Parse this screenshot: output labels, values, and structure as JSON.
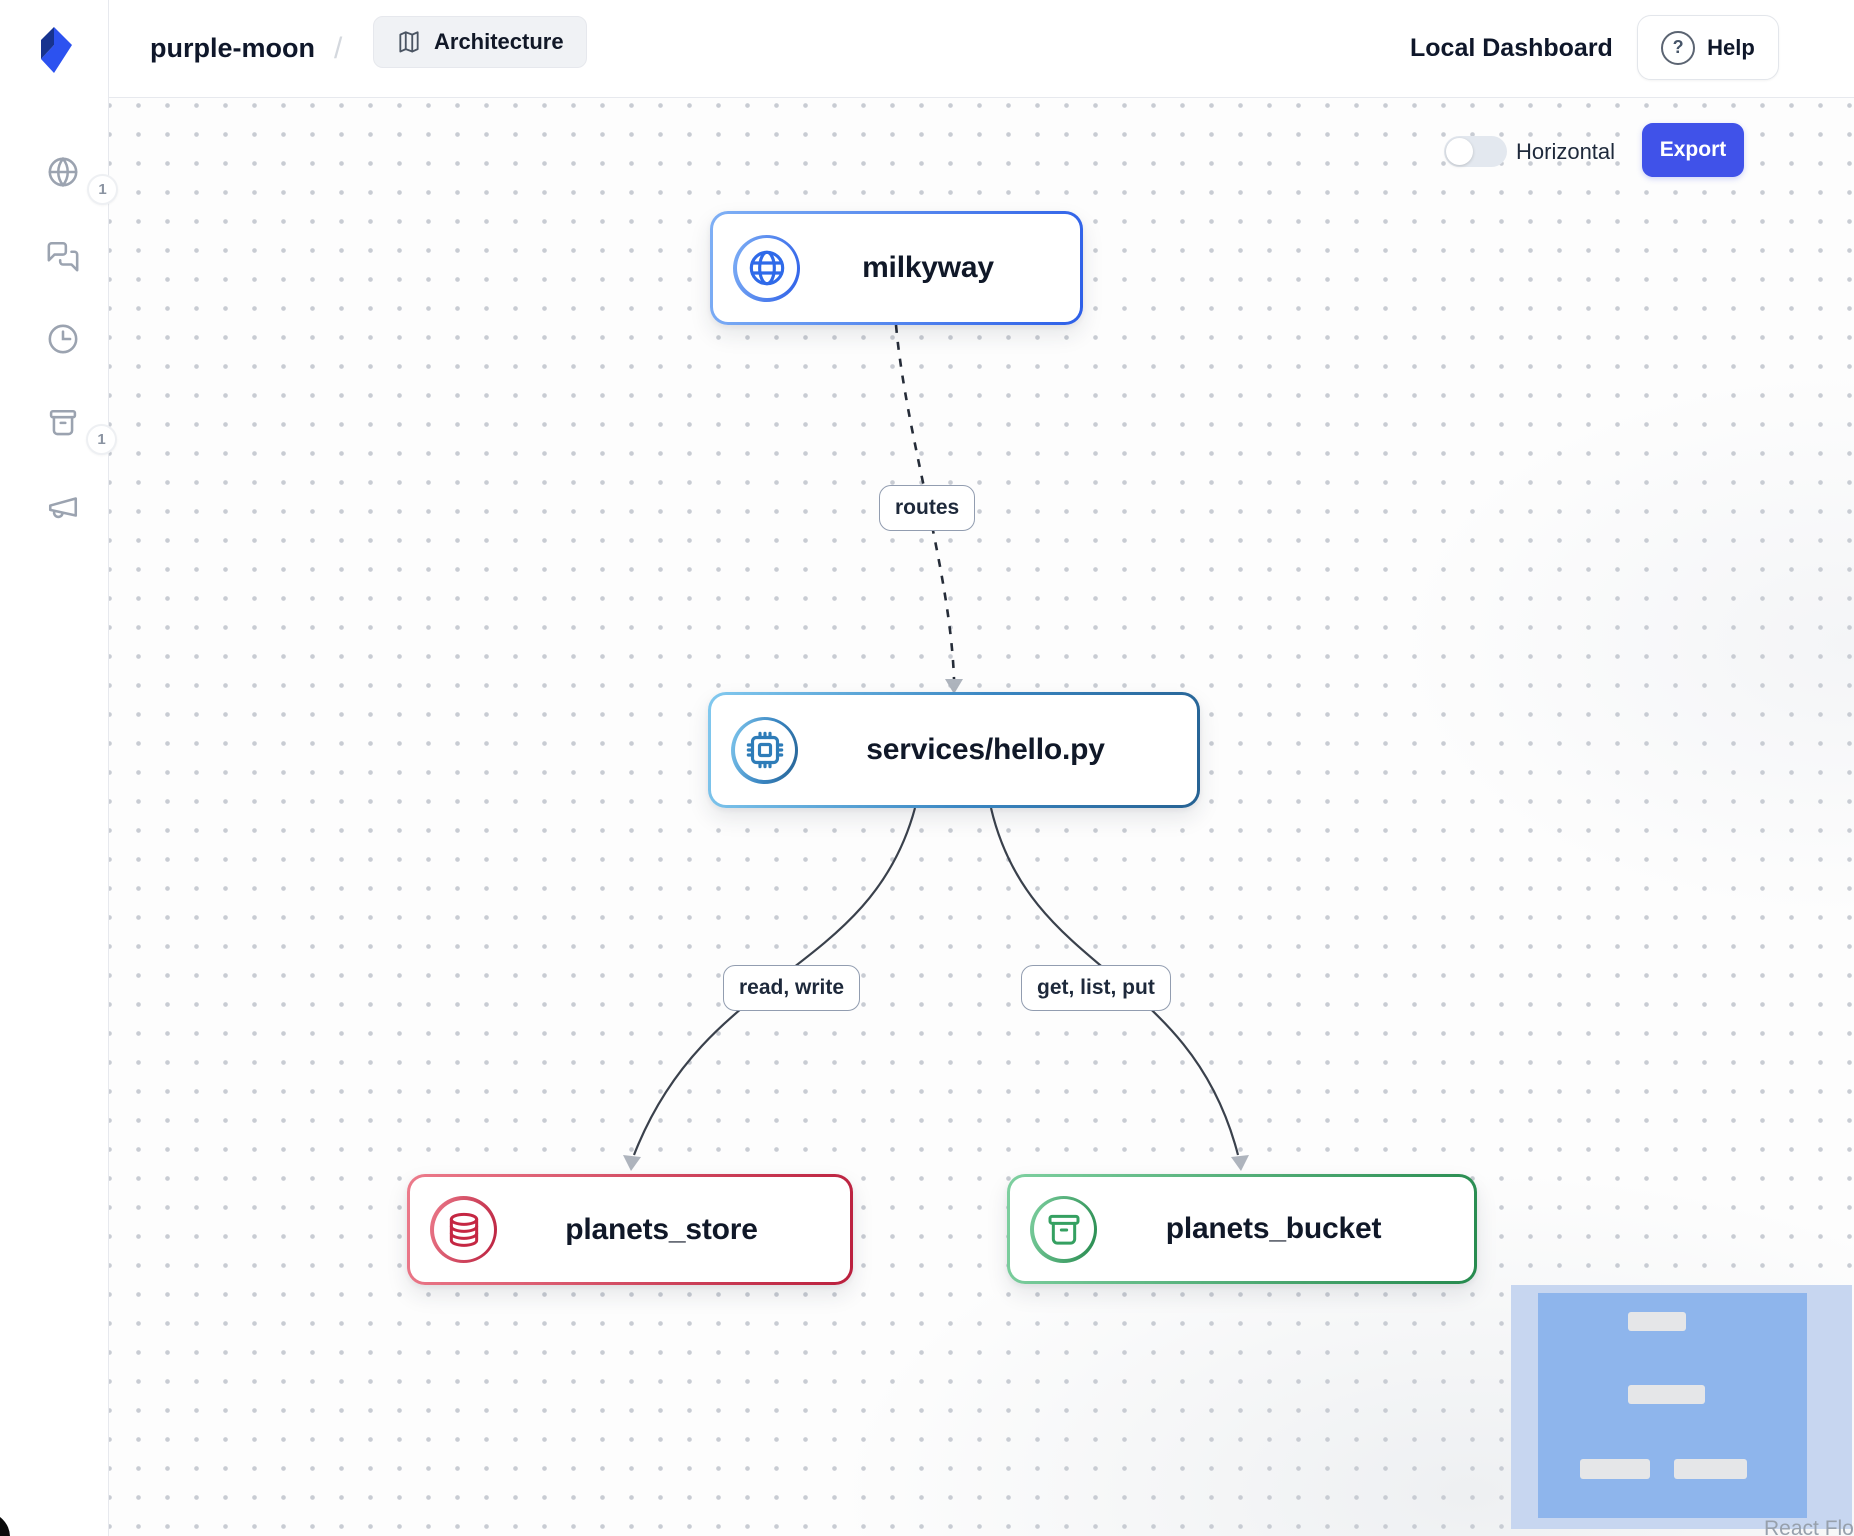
{
  "app": {
    "header": {
      "project_name": "purple-moon",
      "breadcrumb_separator": "/",
      "architecture_tab": {
        "icon": "map-icon",
        "label": "Architecture"
      },
      "dashboard_title": "Local Dashboard",
      "help_button": {
        "icon": "question-circle-icon",
        "glyph": "?",
        "label": "Help"
      }
    },
    "sidebar": {
      "items": [
        {
          "icon": "globe-icon",
          "badge": "1"
        },
        {
          "icon": "chat-bubbles-icon"
        },
        {
          "icon": "clock-icon"
        },
        {
          "icon": "bucket-icon",
          "badge": "1"
        },
        {
          "icon": "megaphone-icon"
        }
      ]
    }
  },
  "canvas": {
    "controls": {
      "orientation_toggle": {
        "label": "Horizontal",
        "state": "off"
      },
      "export_button": "Export"
    },
    "nodes": [
      {
        "id": "milkyway",
        "label": "milkyway",
        "icon": "globe-icon",
        "accent": "#2e5fe8"
      },
      {
        "id": "services-hello",
        "label": "services/hello.py",
        "icon": "cpu-chip-icon",
        "accent": "#2e77b2"
      },
      {
        "id": "planets_store",
        "label": "planets_store",
        "icon": "database-icon",
        "accent": "#c22740"
      },
      {
        "id": "planets_bucket",
        "label": "planets_bucket",
        "icon": "bucket-icon",
        "accent": "#2f9e5d"
      }
    ],
    "edges": [
      {
        "from": "milkyway",
        "to": "services-hello",
        "label": "routes",
        "style": "dashed"
      },
      {
        "from": "services-hello",
        "to": "planets_store",
        "label": "read, write",
        "style": "solid"
      },
      {
        "from": "services-hello",
        "to": "planets_bucket",
        "label": "get, list, put",
        "style": "solid"
      }
    ],
    "minimap": {
      "background_color": "#c7d6f0",
      "viewport_color": "#8eb5ec",
      "node_color": "#e5e6e8"
    },
    "attribution": "React Flow"
  },
  "colors": {
    "primary_button": "#4052e9",
    "node_text": "#101828",
    "sidebar_icon": "#9ba3b0"
  }
}
